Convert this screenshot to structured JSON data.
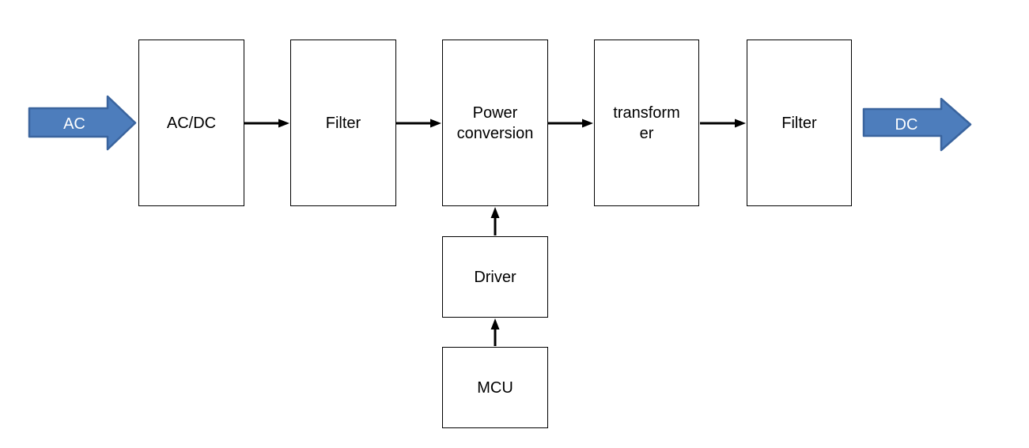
{
  "diagram": {
    "type": "block-diagram",
    "background": "#ffffff",
    "input_arrow": {
      "label": "AC"
    },
    "output_arrow": {
      "label": "DC"
    },
    "blocks": {
      "acdc": {
        "label": "AC/DC"
      },
      "filter1": {
        "label": "Filter"
      },
      "power_conversion": {
        "label": "Power conversion"
      },
      "transformer": {
        "label": "transformer",
        "line1": "transform",
        "line2": "er"
      },
      "filter2": {
        "label": "Filter"
      },
      "driver": {
        "label": "Driver"
      },
      "mcu": {
        "label": "MCU"
      }
    },
    "connections": [
      {
        "from": "AC",
        "to": "AC/DC"
      },
      {
        "from": "AC/DC",
        "to": "Filter"
      },
      {
        "from": "Filter",
        "to": "Power conversion"
      },
      {
        "from": "Power conversion",
        "to": "transformer"
      },
      {
        "from": "transformer",
        "to": "Filter"
      },
      {
        "from": "Filter",
        "to": "DC"
      },
      {
        "from": "MCU",
        "to": "Driver"
      },
      {
        "from": "Driver",
        "to": "Power conversion"
      }
    ],
    "colors": {
      "big_arrow_fill": "#4d7dbc",
      "big_arrow_stroke": "#3a649e",
      "connector": "#000000",
      "box_border": "#000000",
      "box_fill": "#ffffff",
      "text": "#000000",
      "arrow_label_text": "#ffffff"
    }
  }
}
